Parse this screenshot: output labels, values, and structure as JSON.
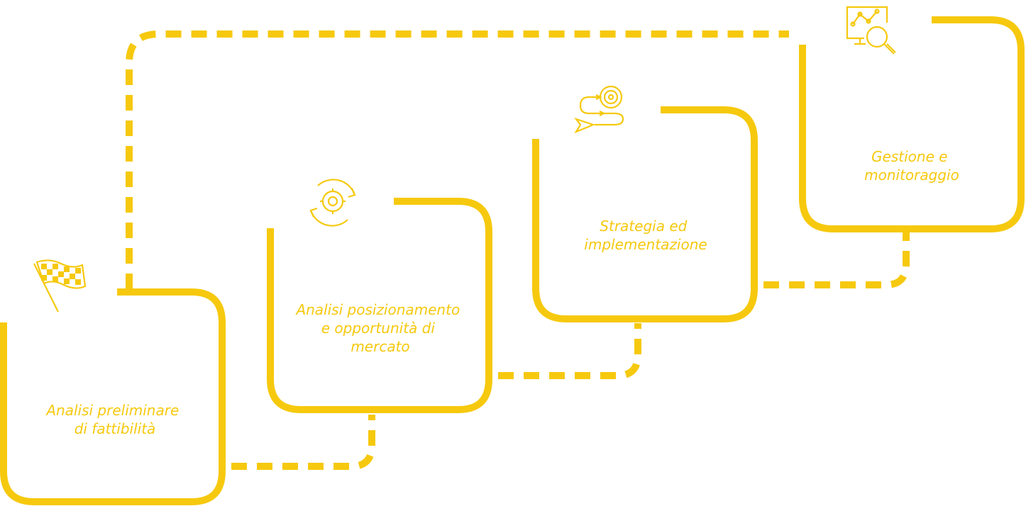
{
  "accent_color": "#F6C90E",
  "steps": [
    {
      "lines": [
        "Analisi preliminare",
        "di fattibilità"
      ],
      "icon": "checkered-flag-icon"
    },
    {
      "lines": [
        "Analisi posizionamento",
        "e opportunità di",
        "mercato"
      ],
      "icon": "gear-refresh-icon"
    },
    {
      "lines": [
        "Strategia ed",
        "implementazione"
      ],
      "icon": "target-strategy-icon"
    },
    {
      "lines": [
        "Gestione e",
        "monitoraggio"
      ],
      "icon": "analytics-search-icon"
    }
  ]
}
